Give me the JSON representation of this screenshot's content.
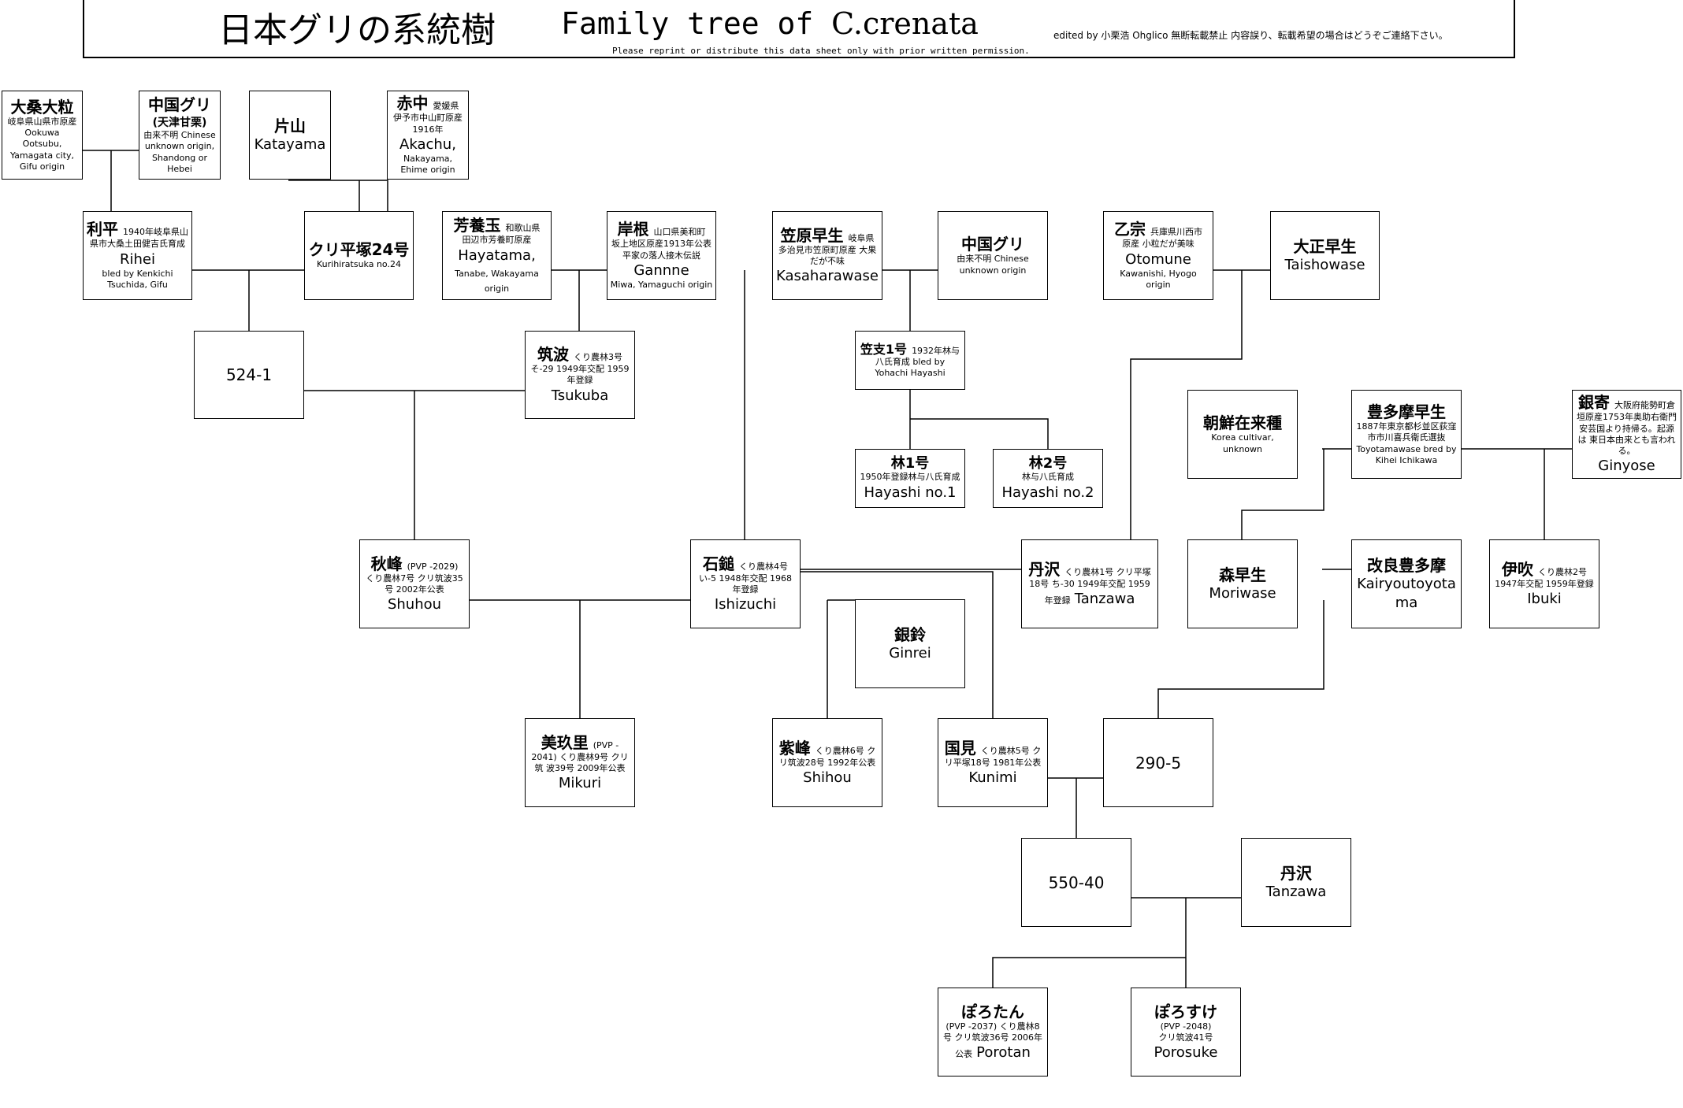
{
  "header": {
    "title_jp": "日本グリの系統樹",
    "title_en_prefix": "Family tree of ",
    "title_en_latin": "C.crenata",
    "credit": "edited by 小栗浩 Ohglico 無断転載禁止 内容誤り、転載希望の場合はどうぞご連絡下さい。",
    "permission": "Please reprint or distribute this data sheet only with prior written permission."
  },
  "nodes": {
    "ootsubu": {
      "jp": "大桑大粒",
      "info": "岐阜県山県市原産 Ookuwa Ootsubu, Yamagata city, Gifu origin"
    },
    "chugoku1": {
      "jp": "中国グリ",
      "sub": "(天津甘栗)",
      "info": "由来不明 Chinese unknown origin, Shandong or Hebei"
    },
    "katayama": {
      "jp": "片山",
      "en": "Katayama"
    },
    "akachu": {
      "jp": "赤中",
      "note": "愛媛県",
      "info": "伊予市中山町原産 1916年",
      "en": "Akachu,",
      "info2": "Nakayama, Ehime origin"
    },
    "rihei": {
      "jp": "利平",
      "note": "1940年岐阜県山",
      "info": "県市大桑土田健吉氏育成",
      "en": "Rihei",
      "info2": "bled by Kenkichi Tsuchida, Gifu"
    },
    "kurihiratsuka": {
      "jp": "クリ平塚24号",
      "info": "Kurihiratsuka no.24"
    },
    "hayatama": {
      "jp": "芳養玉",
      "note": "和歌山県",
      "info": "田辺市芳養町原産",
      "en": "Hayatama,",
      "info2": "Tanabe, Wakayama origin"
    },
    "ganne": {
      "jp": "岸根",
      "note": "山口県美和町",
      "info": "坂上地区原産1913年公表 平家の落人接木伝説",
      "en": "Gannne",
      "info2": "Miwa, Yamaguchi origin"
    },
    "kasahara": {
      "jp": "笠原早生",
      "note": "岐阜県",
      "info": "多治見市笠原町原産 大果だが不味",
      "en": "Kasaharawase"
    },
    "chugoku2": {
      "jp": "中国グリ",
      "info": "由来不明 Chinese unknown origin"
    },
    "otomune": {
      "jp": "乙宗",
      "note": "兵庫県川西市",
      "info": "原産 小粒だが美味",
      "en": "Otomune",
      "info2": "Kawanishi, Hyogo origin"
    },
    "taisho": {
      "jp": "大正早生",
      "en": "Taishowase"
    },
    "n524": {
      "code": "524-1"
    },
    "tsukuba": {
      "jp": "筑波",
      "note": "くり農林3号",
      "info": "そ-29 1949年交配 1959 年登録",
      "en": "Tsukuba"
    },
    "kasashi": {
      "jp": "笠支1号",
      "note": "1932年林与",
      "info": "八氏育成 bled by Yohachi Hayashi"
    },
    "chosen": {
      "jp": "朝鮮在来種",
      "info": "Korea cultivar, unknown"
    },
    "toyotama": {
      "jp": "豊多摩早生",
      "info": "1887年東京都杉並区荻窪 市市川喜兵衛氏選抜 Toyotamawase bred by Kihei Ichikawa"
    },
    "ginyose": {
      "jp": "銀寄",
      "note": "大阪府能勢町倉",
      "info": "垣原産1753年奥助右衛門 安芸国より持帰る。起源は 東日本由来とも言われる。",
      "en": "Ginyose"
    },
    "hayashi1": {
      "jp": "林1号",
      "info": "1950年登録林与八氏育成",
      "en": "Hayashi no.1"
    },
    "hayashi2": {
      "jp": "林2号",
      "info": "林与八氏育成",
      "en": "Hayashi no.2"
    },
    "shuhou": {
      "jp": "秋峰",
      "note": "(PVP -2029)",
      "info": "くり農林7号 クリ筑波35号 2002年公表",
      "en": "Shuhou"
    },
    "ishizuchi": {
      "jp": "石鎚",
      "note": "くり農林4号",
      "info": "い-5 1948年交配 1968 年登録",
      "en": "Ishizuchi"
    },
    "tanzawa1": {
      "jp": "丹沢",
      "note": "くり農林1号 クリ平塚",
      "info": "18号 ち-30 1949年交配 1959",
      "info_tail": "年登録",
      "en": "Tanzawa"
    },
    "moriwase": {
      "jp": "森早生",
      "en": "Moriwase"
    },
    "kairyo": {
      "jp": "改良豊多摩",
      "en": "Kairyoutoyotama"
    },
    "ibuki": {
      "jp": "伊吹",
      "note": "くり農林2号",
      "info": "1947年交配 1959年登録",
      "en": "Ibuki"
    },
    "ginrei": {
      "jp": "銀鈴",
      "en": "Ginrei"
    },
    "mikuri": {
      "jp": "美玖里",
      "note": "(PVP -",
      "info": "2041) くり農林9号 クリ筑 波39号 2009年公表",
      "en": "Mikuri"
    },
    "shihou": {
      "jp": "紫峰",
      "note": "くり農林6号 ク",
      "info": "リ筑波28号 1992年公表",
      "en": "Shihou"
    },
    "kunimi": {
      "jp": "国見",
      "note": "くり農林5号 ク",
      "info": "リ平塚18号 1981年公表",
      "en": "Kunimi"
    },
    "n290": {
      "code": "290-5"
    },
    "n550": {
      "code": "550-40"
    },
    "tanzawa2": {
      "jp": "丹沢",
      "en": "Tanzawa"
    },
    "porotan": {
      "jp": "ぽろたん",
      "info": "(PVP -2037) くり農林8 号 クリ筑波36号 2006年",
      "info_tail": "公表",
      "en": "Porotan"
    },
    "porosuke": {
      "jp": "ぽろすけ",
      "info": "(PVP -2048)",
      "info2": "クリ筑波41号",
      "en": "Porosuke"
    }
  }
}
